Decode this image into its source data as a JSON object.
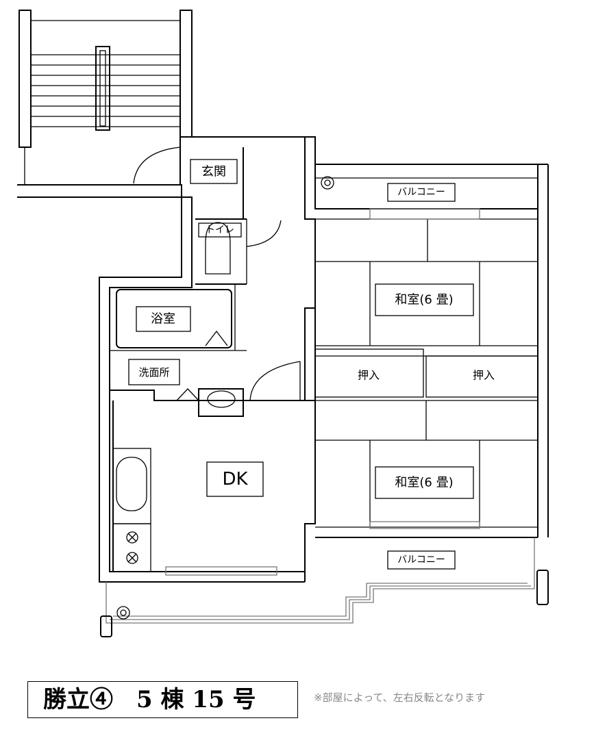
{
  "rooms": {
    "genkan": "玄関",
    "toilet": "トイレ",
    "bath": "浴室",
    "washroom": "洗面所",
    "dk": "DK",
    "washitsu_upper": "和室(6 畳)",
    "washitsu_lower": "和室(6 畳)",
    "oshiire_left": "押入",
    "oshiire_right": "押入",
    "balcony_upper": "バルコニー",
    "balcony_lower": "バルコニー"
  },
  "title": "勝立④　5 棟 15 号",
  "note": "※部屋によって、左右反転となります"
}
